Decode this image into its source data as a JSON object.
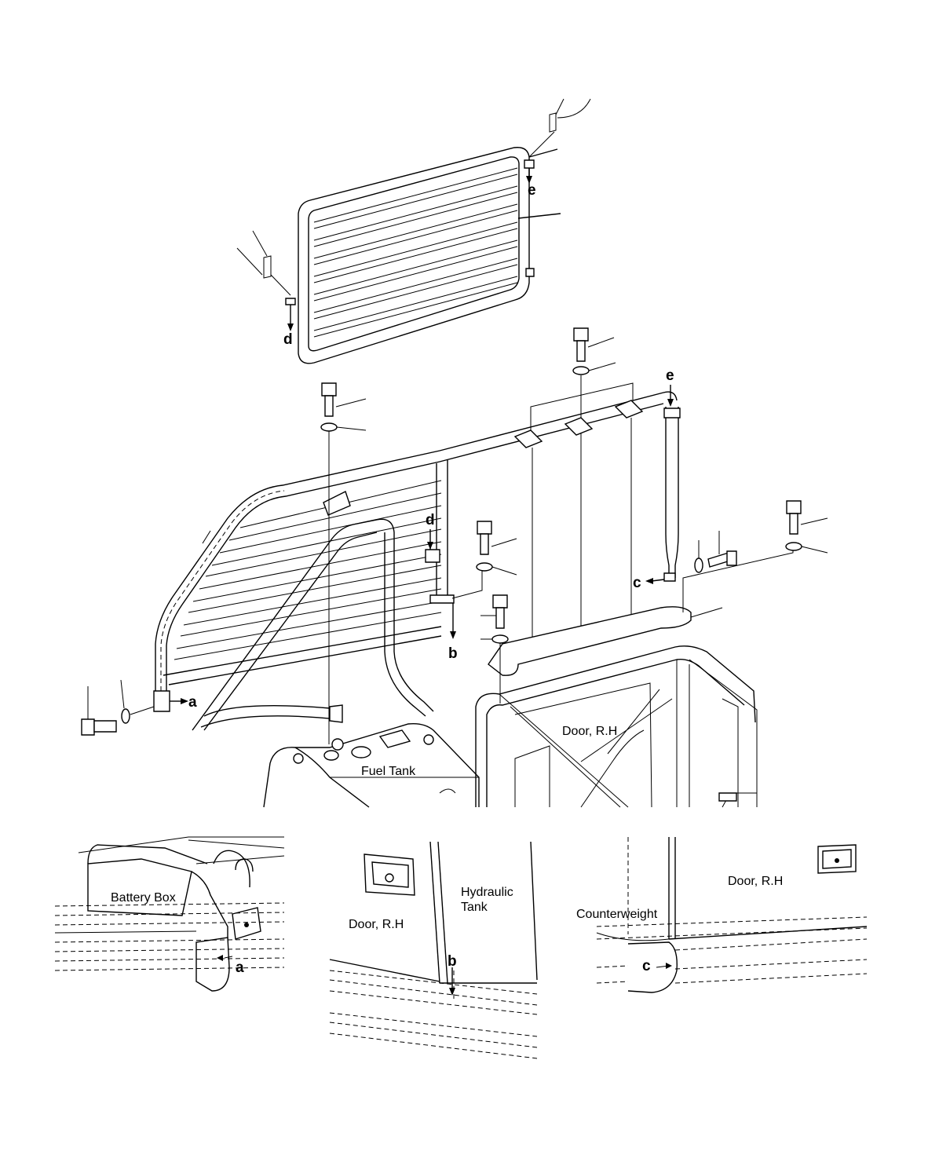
{
  "labels": {
    "fuel_tank": "Fuel Tank",
    "door_rh_main": "Door, R.H",
    "battery_box": "Battery Box",
    "door_rh_b": "Door, R.H",
    "hydraulic_tank_line1": "Hydraulic",
    "hydraulic_tank_line2": "Tank",
    "counterweight": "Counterweight",
    "door_rh_c": "Door, R.H"
  },
  "refs": {
    "a_main": "a",
    "b_main": "b",
    "c_main": "c",
    "d_panel": "d",
    "d_frame": "d",
    "e_panel": "e",
    "e_frame": "e",
    "a_detail": "a",
    "b_detail": "b",
    "c_detail": "c"
  }
}
